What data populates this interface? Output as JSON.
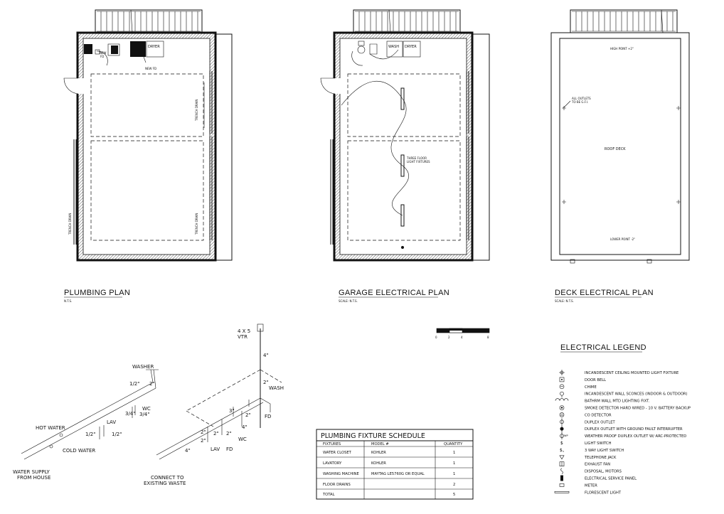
{
  "plans": {
    "plumbing": {
      "title": "PLUMBING PLAN",
      "scale": "N.T.S.",
      "labels": {
        "dryer": "DRYER",
        "new_fd_1": "NEW",
        "new_fd_1b": "FD",
        "new_fd_2": "NEW FD",
        "trench_drain": "TRENCH DRAIN"
      }
    },
    "garage_electrical": {
      "title": "GARAGE ELECTRICAL PLAN",
      "scale": "SCALE: N.T.S.",
      "labels": {
        "wash": "WASH",
        "dryer": "DRYER",
        "three_floor": "THREE FLOOR",
        "light_fixtures": "LIGHT FIXTURES"
      }
    },
    "deck_electrical": {
      "title": "DECK ELECTRICAL PLAN",
      "scale": "SCALE: N.T.S.",
      "labels": {
        "high_point": "HIGH POINT +2\"",
        "all_outlets_1": "ALL OUTLETS",
        "all_outlets_2": "TO BE G.F.I.",
        "roof_deck": "ROOF DECK",
        "lower_point": "LOWER POINT -2\""
      }
    }
  },
  "scale_bar": {
    "ticks": [
      "0",
      "2",
      "4",
      "8"
    ]
  },
  "isometric": {
    "vtr_1": "4 X 5",
    "vtr_2": "VTR",
    "washer": "WASHER",
    "hot_water": "HOT WATER",
    "cold_water": "COLD WATER",
    "water_supply_1": "WATER SUPPLY",
    "water_supply_2": "FROM HOUSE",
    "connect_1": "CONNECT TO",
    "connect_2": "EXISTING WASTE",
    "lav": "LAV",
    "wc": "WC",
    "fd": "FD",
    "wash": "WASH",
    "sizes": {
      "half_a": "1/2\"",
      "two_a": "2\"",
      "three_q": "3/4\"",
      "three_q2": "3/4\"",
      "half_b": "1/2\"",
      "half_c": "1/2\"",
      "four_a": "4\"",
      "two_b": "2\"",
      "two_c": "2\"",
      "two_d": "2\"",
      "two_e": "2\"",
      "three_a": "3\"",
      "four_b": "4\"",
      "four_c": "4\"",
      "two_f": "2\"",
      "two_g": "2\""
    }
  },
  "fixture_schedule": {
    "title": "PLUMBING FIXTURE SCHEDULE",
    "headers": [
      "FIXTURES",
      "MODEL #",
      "QUANTITY"
    ],
    "rows": [
      [
        "WATER CLOSET",
        "KOHLER",
        "1"
      ],
      [
        "LAVATORY",
        "KOHLER",
        "1"
      ],
      [
        "WASHING MACHINE",
        "MAYTAG LE5760G OR EQUAL",
        "1"
      ],
      [
        "FLOOR DRAINS",
        "",
        "2"
      ],
      [
        "TOTAL",
        "",
        "5"
      ]
    ]
  },
  "electrical_legend": {
    "title": "ELECTRICAL LEGEND",
    "items": [
      {
        "icon": "ceiling-light-icon",
        "label": "INCANDESCENT CEILING MOUNTED LIGHT FIXTURE"
      },
      {
        "icon": "door-bell-icon",
        "label": "DOOR BELL"
      },
      {
        "icon": "chime-icon",
        "label": "CHIME"
      },
      {
        "icon": "wall-sconce-icon",
        "label": "INCANDESCENT WALL SCONCES (INDOOR & OUTDOOR)"
      },
      {
        "icon": "bath-light-icon",
        "label": "BATHRM WALL MTD LIGHTING FIXT."
      },
      {
        "icon": "smoke-detector-icon",
        "label": "SMOKE DETECTOR HARD WIRED - 10 V. BATTERY BACKUP"
      },
      {
        "icon": "co-detector-icon",
        "label": "CO DETECTOR"
      },
      {
        "icon": "duplex-outlet-icon",
        "label": "DUPLEX OUTLET"
      },
      {
        "icon": "gfi-outlet-icon",
        "label": "DUPLEX OUTLET WITH GROUND FAULT INTERRUPTER"
      },
      {
        "icon": "wp-outlet-icon",
        "label": "WEATHER PROOF DUPLEX OUTLET W/ ARC-PROTECTED"
      },
      {
        "icon": "light-switch-icon",
        "label": "LIGHT SWITCH"
      },
      {
        "icon": "three-way-switch-icon",
        "label": "3 WAY LIGHT SWITCH"
      },
      {
        "icon": "telephone-jack-icon",
        "label": "TELEPHONE JACK"
      },
      {
        "icon": "exhaust-fan-icon",
        "label": "EXHAUST FAN"
      },
      {
        "icon": "disposal-icon",
        "label": "DISPOSAL, MOTORS"
      },
      {
        "icon": "service-panel-icon",
        "label": "ELECTRICAL SERVICE PANEL"
      },
      {
        "icon": "meter-icon",
        "label": "METER"
      },
      {
        "icon": "fluorescent-light-icon",
        "label": "FLORESCENT LIGHT"
      }
    ]
  }
}
